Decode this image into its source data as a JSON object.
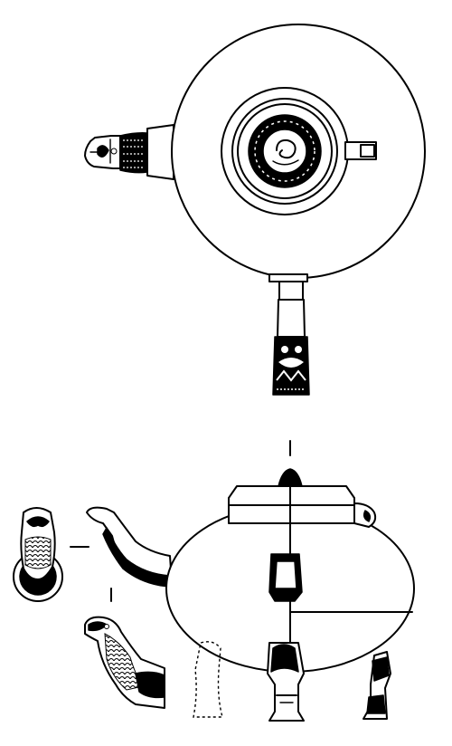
{
  "figure": {
    "subject": "teapot-line-drawing",
    "colors": {
      "ink": "#000000",
      "paper": "#ffffff"
    },
    "views": [
      "top-view",
      "side-view",
      "spout-detail-front",
      "spout-detail-side"
    ]
  }
}
